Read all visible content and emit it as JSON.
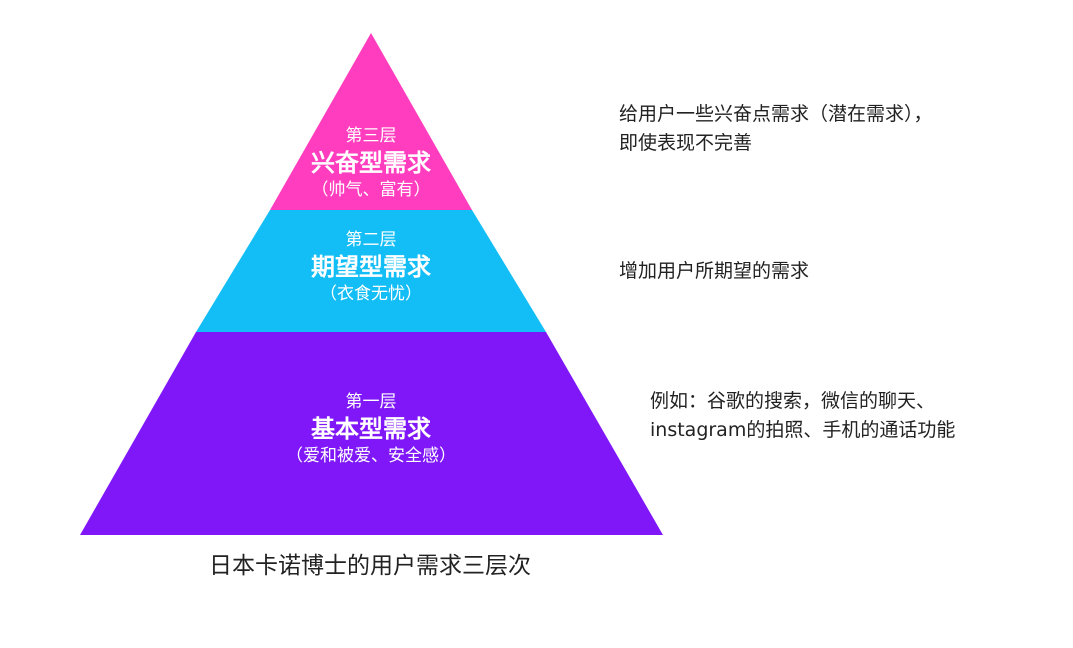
{
  "colors": {
    "tier3": "#FF3DBE",
    "tier2": "#13BDF5",
    "tier1": "#7F17F8"
  },
  "tiers": [
    {
      "level": "第三层",
      "name": "兴奋型需求",
      "example": "（帅气、富有）",
      "description": [
        "给用户一些兴奋点需求（潜在需求），",
        "即使表现不完善"
      ]
    },
    {
      "level": "第二层",
      "name": "期望型需求",
      "example": "（衣食无忧）",
      "description": [
        "增加用户所期望的需求"
      ]
    },
    {
      "level": "第一层",
      "name": "基本型需求",
      "example": "（爱和被爱、安全感）",
      "description": [
        "例如：谷歌的搜索，微信的聊天、",
        "instagram的拍照、手机的通话功能"
      ]
    }
  ],
  "caption": "日本卡诺博士的用户需求三层次"
}
